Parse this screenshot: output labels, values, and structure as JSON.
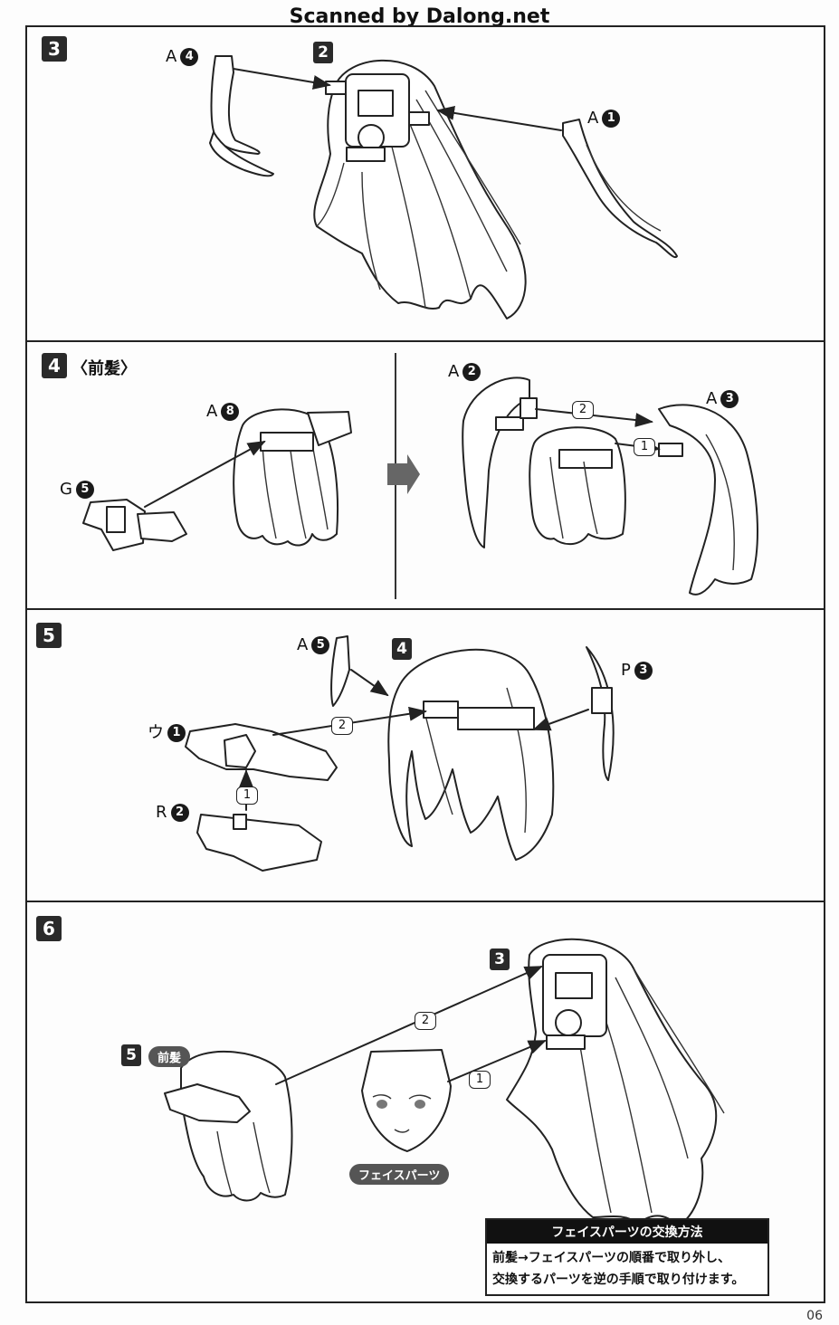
{
  "watermark": "Scanned by Dalong.net",
  "page_number": "06",
  "step3": {
    "number": "3",
    "parts": [
      {
        "letter": "A",
        "num": "4"
      },
      {
        "letter": "",
        "num": "2"
      },
      {
        "letter": "A",
        "num": "1"
      }
    ]
  },
  "step4": {
    "number": "4",
    "subtitle": "〈前髪〉",
    "parts": [
      {
        "letter": "A",
        "num": "8"
      },
      {
        "letter": "G",
        "num": "5"
      },
      {
        "letter": "A",
        "num": "2"
      },
      {
        "letter": "A",
        "num": "3"
      }
    ],
    "order_marks": [
      "2",
      "1"
    ]
  },
  "step5": {
    "number": "5",
    "parts": [
      {
        "letter": "A",
        "num": "5"
      },
      {
        "letter": "",
        "num": "4"
      },
      {
        "letter": "P",
        "num": "3"
      },
      {
        "letter": "ウ",
        "num": "1"
      },
      {
        "letter": "R",
        "num": "2"
      }
    ],
    "order_marks": [
      "2",
      "1"
    ]
  },
  "step6": {
    "number": "6",
    "ref_front": {
      "num": "5",
      "label": "前髪"
    },
    "ref_back": {
      "num": "3"
    },
    "face_label": "フェイスパーツ",
    "order_marks": [
      "2",
      "1"
    ],
    "note": {
      "title": "フェイスパーツの交換方法",
      "line1": "前髪→フェイスパーツの順番で取り外し、",
      "line2": "交換するパーツを逆の手順で取り付けます。"
    }
  }
}
